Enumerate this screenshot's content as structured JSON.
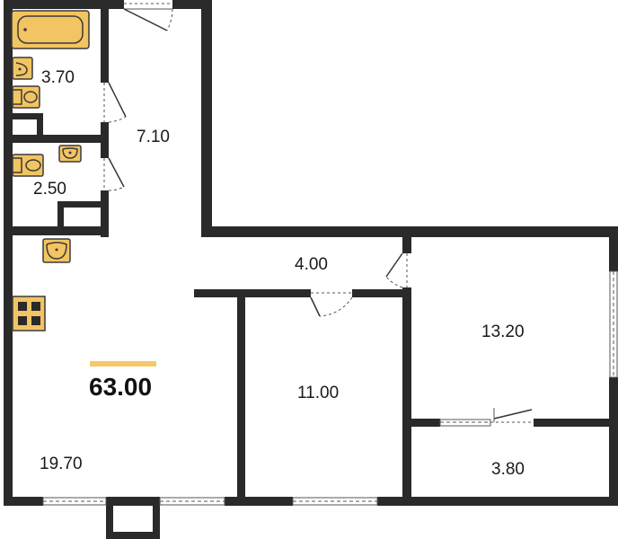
{
  "total_area": "63.00",
  "rooms": {
    "bathroom": "3.70",
    "hallway": "7.10",
    "toilet": "2.50",
    "corridor": "4.00",
    "bedroom_small": "11.00",
    "bedroom_large": "13.20",
    "balcony": "3.80",
    "living_kitchen": "19.70"
  },
  "colors": {
    "wall": "#2a2a2a",
    "fixture_fill": "#f2c462",
    "fixture_stroke": "#3a3a3a",
    "accent_bar": "#f4c96a",
    "door_line": "#555555"
  },
  "icons": {
    "bathtub": "bathtub-icon",
    "sink": "sink-icon",
    "toilet": "toilet-icon",
    "stove": "stove-icon"
  }
}
